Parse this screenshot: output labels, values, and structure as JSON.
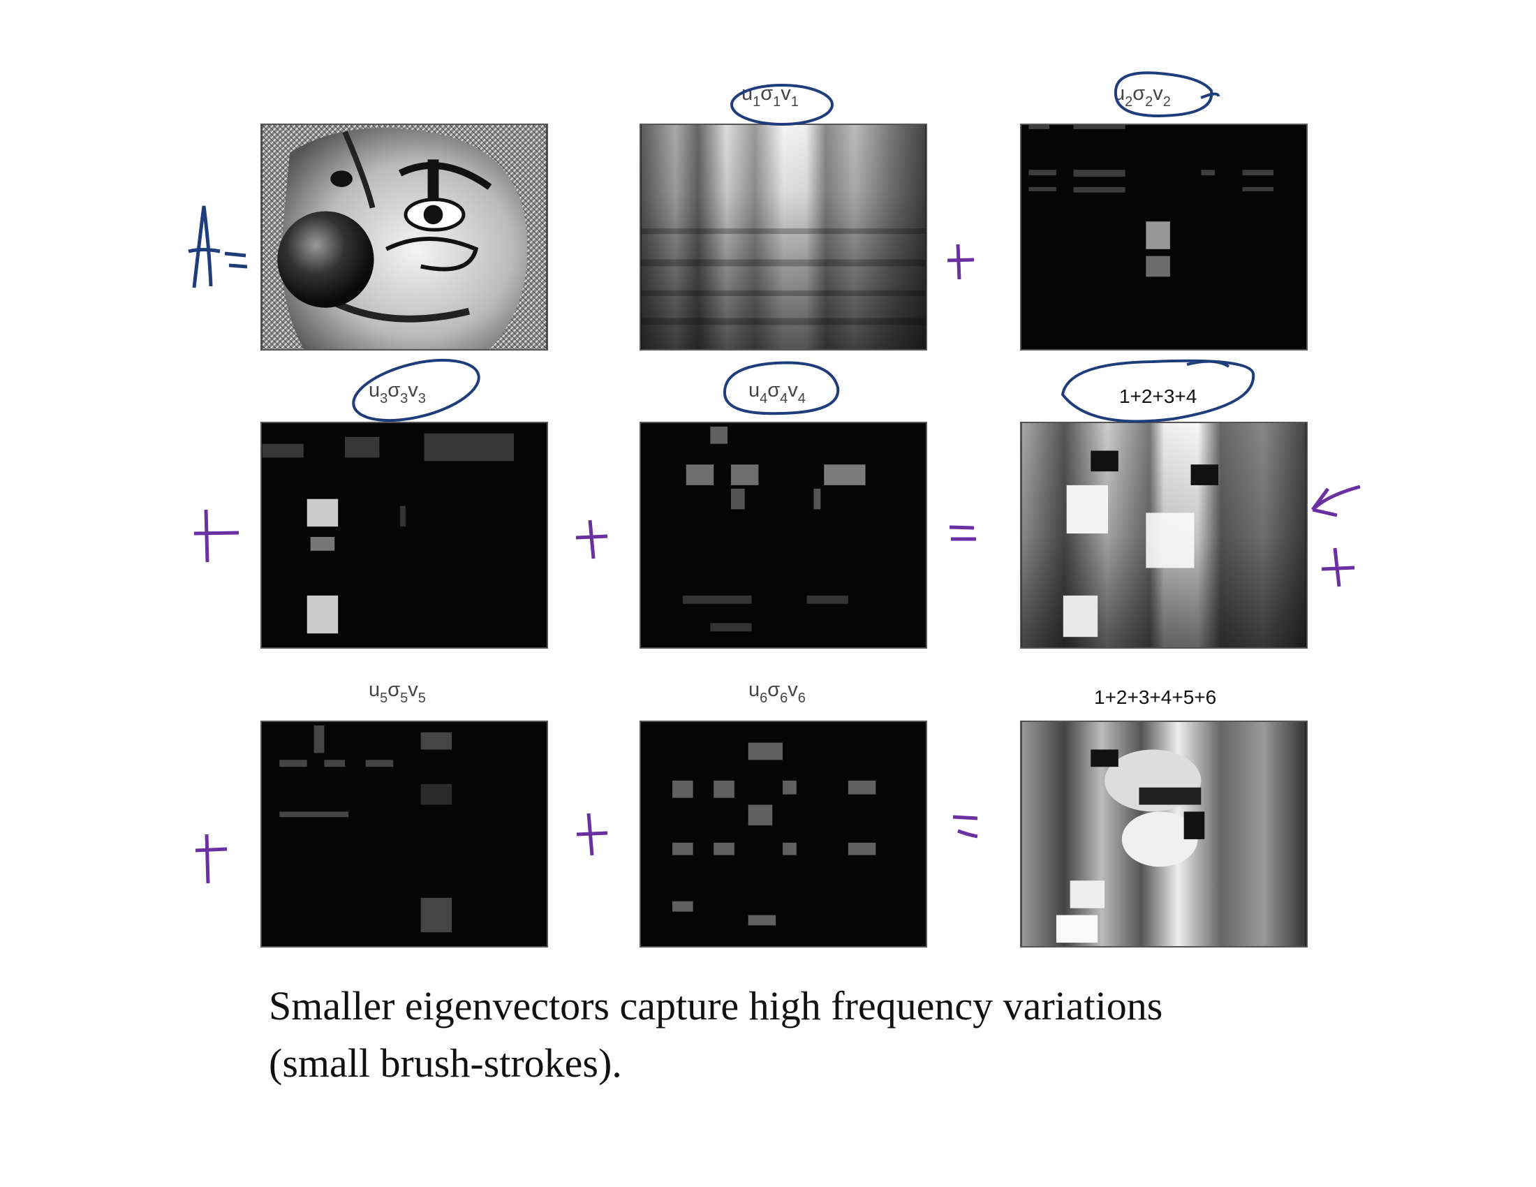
{
  "tiles": [
    {
      "id": "original"
    },
    {
      "id": "component-1",
      "label": {
        "u": "u",
        "s": "1",
        "sigma": "σ",
        "v": "v"
      }
    },
    {
      "id": "component-2",
      "label": {
        "u": "u",
        "s": "2",
        "sigma": "σ",
        "v": "v"
      }
    },
    {
      "id": "component-3",
      "label": {
        "u": "u",
        "s": "3",
        "sigma": "σ",
        "v": "v"
      }
    },
    {
      "id": "component-4",
      "label": {
        "u": "u",
        "s": "4",
        "sigma": "σ",
        "v": "v"
      }
    },
    {
      "id": "sum-1-4",
      "label_text": "1+2+3+4"
    },
    {
      "id": "component-5",
      "label": {
        "u": "u",
        "s": "5",
        "sigma": "σ",
        "v": "v"
      }
    },
    {
      "id": "component-6",
      "label": {
        "u": "u",
        "s": "6",
        "sigma": "σ",
        "v": "v"
      }
    },
    {
      "id": "sum-1-6",
      "label_text": "1+2+3+4+5+6"
    }
  ],
  "annotations": {
    "a_equals": "A =",
    "plus": "+",
    "equals": "="
  },
  "caption": {
    "line1": "Smaller eigenvectors capture high frequency variations",
    "line2": "(small brush-strokes)."
  },
  "colors": {
    "blue_ink": "#1f3d7a",
    "purple_ink": "#6a2fa0"
  }
}
